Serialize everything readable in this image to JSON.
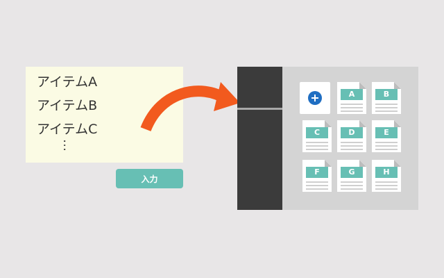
{
  "note": {
    "items": [
      "アイテムA",
      "アイテムB",
      "アイテムC"
    ],
    "more": "…"
  },
  "input_button": {
    "label": "入力"
  },
  "grid": {
    "add_icon": "plus-circle-icon",
    "documents": [
      "A",
      "B",
      "C",
      "D",
      "E",
      "F",
      "G",
      "H"
    ]
  },
  "colors": {
    "background": "#e8e6e7",
    "note": "#fbfbe4",
    "accent_teal": "#67bfb4",
    "arrow": "#f25a1e",
    "panel_dark": "#3b3b3b",
    "panel_light": "#d4d4d4",
    "plus_blue": "#1f6ec2"
  }
}
